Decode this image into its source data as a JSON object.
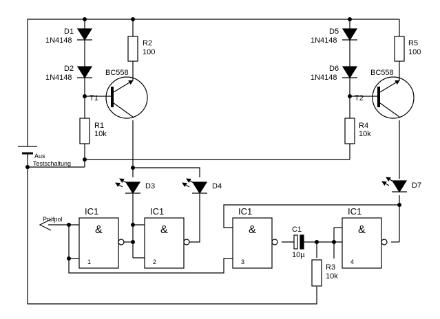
{
  "diodes": {
    "d1": {
      "ref": "D1",
      "type": "1N4148"
    },
    "d2": {
      "ref": "D2",
      "type": "1N4148"
    },
    "d5": {
      "ref": "D5",
      "type": "1N4148"
    },
    "d6": {
      "ref": "D6",
      "type": "1N4148"
    }
  },
  "resistors": {
    "r1": {
      "ref": "R1",
      "value": "10k"
    },
    "r2": {
      "ref": "R2",
      "value": "100"
    },
    "r3": {
      "ref": "R3",
      "value": "10k"
    },
    "r4": {
      "ref": "R4",
      "value": "10k"
    },
    "r5": {
      "ref": "R5",
      "value": "100"
    }
  },
  "transistors": {
    "t1": {
      "ref": "T1",
      "type": "BC558"
    },
    "t2": {
      "ref": "T2",
      "type": "BC558"
    }
  },
  "leds": {
    "d3": "D3",
    "d4": "D4",
    "d7": "D7"
  },
  "capacitor": {
    "ref": "C1",
    "value": "10µ"
  },
  "gates": [
    {
      "ic": "IC1",
      "symbol": "&",
      "pin": "1"
    },
    {
      "ic": "IC1",
      "symbol": "&",
      "pin": "2"
    },
    {
      "ic": "IC1",
      "symbol": "&",
      "pin": "3"
    },
    {
      "ic": "IC1",
      "symbol": "&",
      "pin": "4"
    }
  ],
  "supply": {
    "line1": "Aus",
    "line2": "Testschaltung"
  },
  "probe": {
    "label": "Prüfpol"
  }
}
